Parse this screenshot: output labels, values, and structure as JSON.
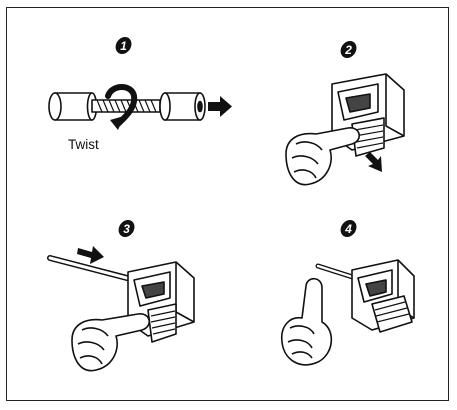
{
  "steps": [
    {
      "number": "1",
      "caption": "Twist"
    },
    {
      "number": "2"
    },
    {
      "number": "3"
    },
    {
      "number": "4"
    }
  ],
  "colors": {
    "ink": "#111111",
    "paper": "#ffffff",
    "frame": "#222222"
  }
}
